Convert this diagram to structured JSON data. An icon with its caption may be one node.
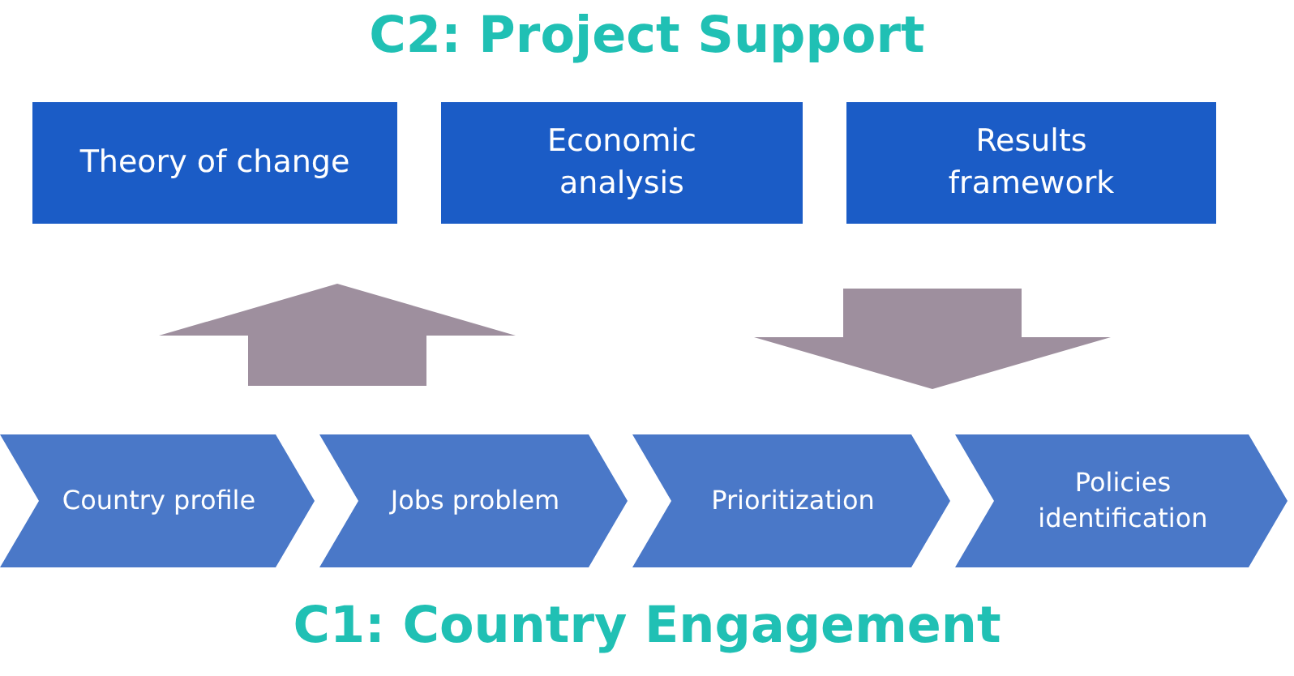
{
  "diagram": {
    "title": "C2: Project Support",
    "caption": "C1: Country Engagement",
    "nodes": [
      {
        "text": [
          "Theory of change"
        ]
      },
      {
        "text": [
          "Economic analysis"
        ]
      },
      {
        "text": [
          "Results framework"
        ]
      },
      {
        "text": [
          "Country profile"
        ]
      },
      {
        "text": [
          "Jobs problem"
        ]
      },
      {
        "text": [
          "Prioritization"
        ]
      },
      {
        "text": [
          "Policies identification"
        ]
      }
    ],
    "edges": [
      {
        "from": 3,
        "to": 0,
        "arrow": "to",
        "style": "thick"
      },
      {
        "from": 2,
        "to": 6,
        "arrow": "to",
        "style": "thick"
      }
    ]
  }
}
